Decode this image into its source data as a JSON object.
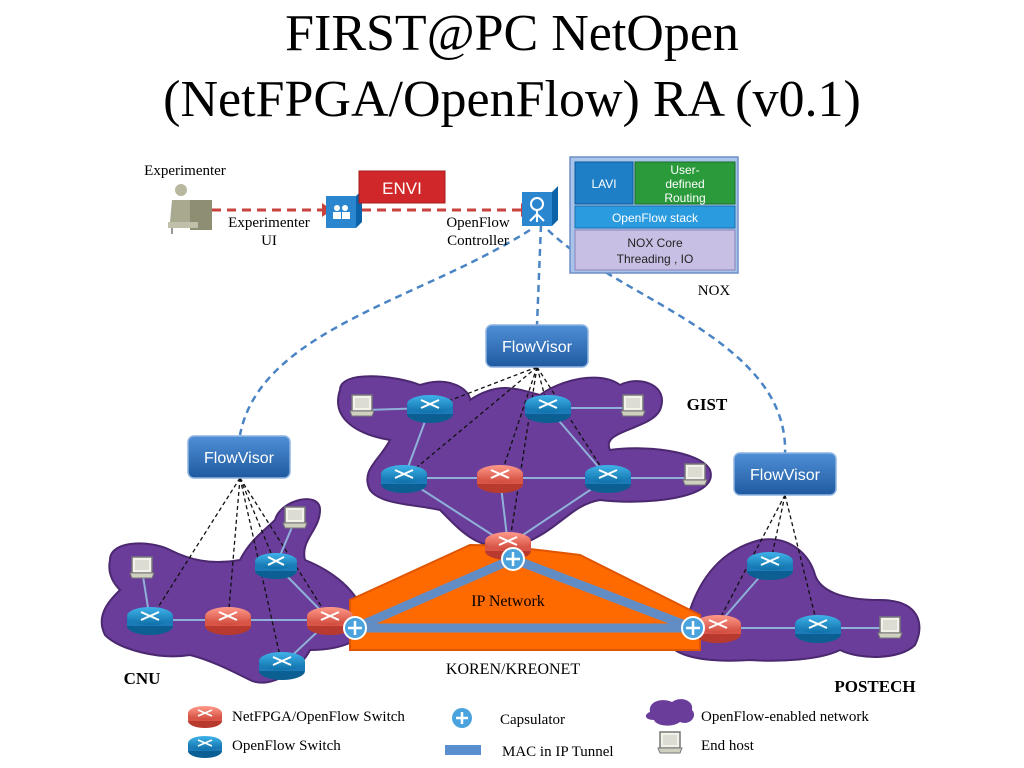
{
  "title": {
    "line1": "FIRST@PC NetOpen",
    "line2": "(NetFPGA/OpenFlow) RA (v0.1)"
  },
  "experimenter": {
    "label": "Experimenter",
    "ui_label_1": "Experimenter",
    "ui_label_2": "UI"
  },
  "envi": {
    "label": "ENVI"
  },
  "controller": {
    "label_1": "OpenFlow",
    "label_2": "Controller"
  },
  "nox": {
    "label": "NOX",
    "lavi": "LAVI",
    "user_routing_1": "User-",
    "user_routing_2": "defined",
    "user_routing_3": "Routing",
    "openflow_stack": "OpenFlow stack",
    "core_1": "NOX Core",
    "core_2": "Threading , IO"
  },
  "flowvisors": {
    "top": "FlowVisor",
    "left": "FlowVisor",
    "right": "FlowVisor"
  },
  "sites": {
    "gist": "GIST",
    "cnu": "CNU",
    "postech": "POSTECH"
  },
  "network": {
    "ip_network": "IP Network",
    "backbone": "KOREN/KREONET"
  },
  "legend": {
    "netfpga_switch": "NetFPGA/OpenFlow Switch",
    "openflow_switch": "OpenFlow Switch",
    "capsulator": "Capsulator",
    "tunnel": "MAC in IP Tunnel",
    "ofnet": "OpenFlow-enabled network",
    "end_host": "End host"
  },
  "colors": {
    "cloud": "#6a3d9a",
    "ip_network": "#ff6a00",
    "of_switch": "#1f8fcf",
    "netfpga_switch": "#f06a5c",
    "flowvisor": "#2f6fb5",
    "envi": "#d0282a",
    "nox_blue": "#1f7fc6",
    "nox_green": "#2a9a3a",
    "nox_lavender": "#c8c0e4"
  }
}
